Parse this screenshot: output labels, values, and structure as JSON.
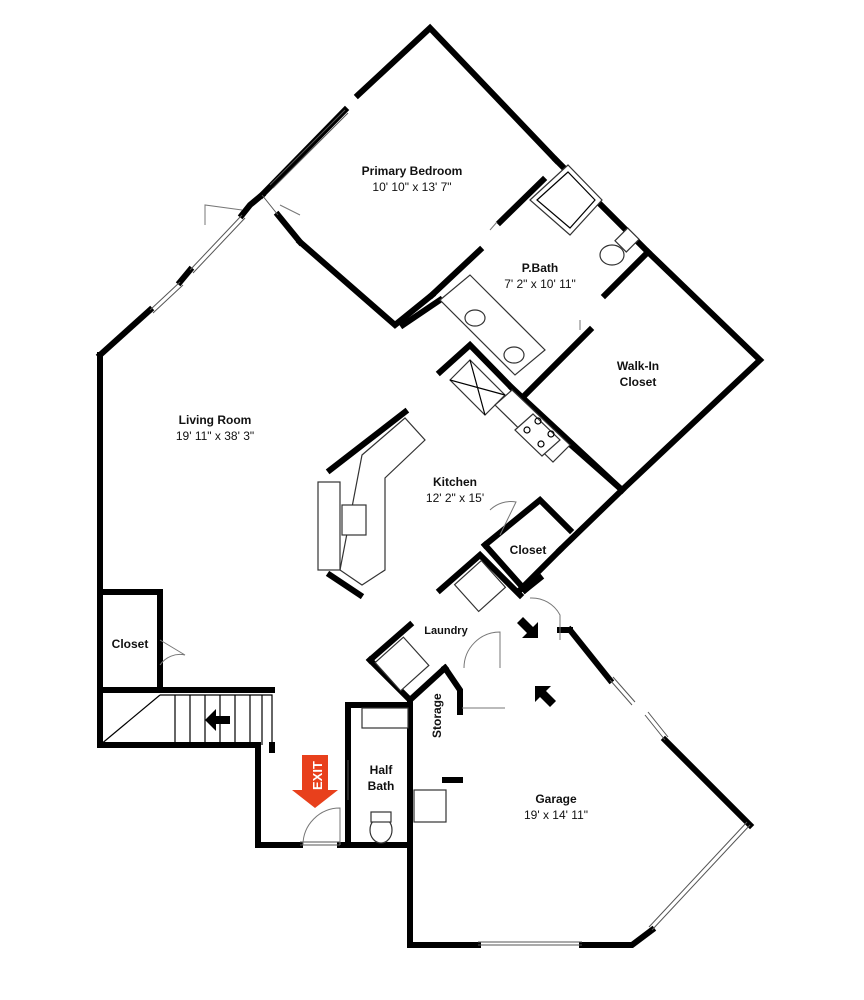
{
  "rooms": [
    {
      "id": "primary-bedroom",
      "name": "Primary Bedroom",
      "dims": "10' 10\" x 13' 7\""
    },
    {
      "id": "pbath",
      "name": "P.Bath",
      "dims": "7' 2\" x 10' 11\""
    },
    {
      "id": "walkin-closet",
      "name": "Walk-In\nCloset",
      "dims": ""
    },
    {
      "id": "living-room",
      "name": "Living Room",
      "dims": "19' 11\" x 38' 3\""
    },
    {
      "id": "kitchen",
      "name": "Kitchen",
      "dims": "12' 2\" x 15'"
    },
    {
      "id": "closet-kitchen",
      "name": "Closet",
      "dims": ""
    },
    {
      "id": "closet-living",
      "name": "Closet",
      "dims": ""
    },
    {
      "id": "laundry",
      "name": "Laundry",
      "dims": ""
    },
    {
      "id": "half-bath",
      "name": "Half\nBath",
      "dims": ""
    },
    {
      "id": "garage",
      "name": "Garage",
      "dims": "19' x 14' 11\""
    }
  ],
  "storage_label": "Storage",
  "exit_label": "EXIT",
  "colors": {
    "wall": "#000000",
    "exit": "#e8401c",
    "background": "#ffffff"
  }
}
